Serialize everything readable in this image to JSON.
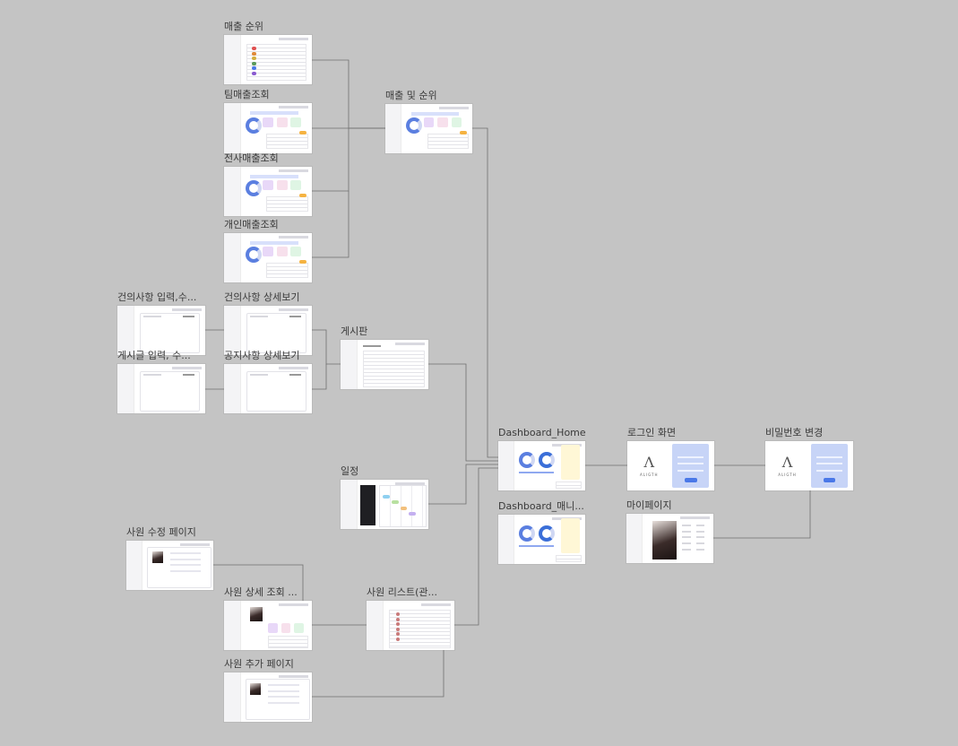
{
  "frames": [
    {
      "id": "f1",
      "title": "매출 순위",
      "variant": "ranking"
    },
    {
      "id": "f2",
      "title": "팀매출조회",
      "variant": "sales"
    },
    {
      "id": "f3",
      "title": "전사매출조회",
      "variant": "sales"
    },
    {
      "id": "f4",
      "title": "개인매출조회",
      "variant": "sales"
    },
    {
      "id": "f5",
      "title": "매출 및 순위",
      "variant": "sales"
    },
    {
      "id": "f6",
      "title": "건의사항 입력,수...",
      "variant": "form"
    },
    {
      "id": "f7",
      "title": "건의사항 상세보기",
      "variant": "form"
    },
    {
      "id": "f8",
      "title": "게시글 입력, 수...",
      "variant": "form"
    },
    {
      "id": "f9",
      "title": "공지사항 상세보기",
      "variant": "form"
    },
    {
      "id": "f10",
      "title": "게시판",
      "variant": "board"
    },
    {
      "id": "f11",
      "title": "일정",
      "variant": "calendar"
    },
    {
      "id": "f12",
      "title": "Dashboard_Home",
      "variant": "dashboard"
    },
    {
      "id": "f13",
      "title": "Dashboard_매니...",
      "variant": "dashboard"
    },
    {
      "id": "f14",
      "title": "로그인 화면",
      "variant": "login"
    },
    {
      "id": "f15",
      "title": "비밀번호 변경",
      "variant": "login"
    },
    {
      "id": "f16",
      "title": "마이페이지",
      "variant": "profile"
    },
    {
      "id": "f17",
      "title": "사원 수정 페이지",
      "variant": "profile-edit"
    },
    {
      "id": "f18",
      "title": "사원 상세 조회 ...",
      "variant": "employee-detail"
    },
    {
      "id": "f19",
      "title": "사원 리스트(관...",
      "variant": "employee-list"
    },
    {
      "id": "f20",
      "title": "사원 추가 페이지",
      "variant": "profile-edit"
    }
  ],
  "logo_text": "ALIGTH",
  "colors": {
    "canvas": "#c4c4c4",
    "connector": "#6f6f6f",
    "accent": "#4a78e8",
    "login_panel": "#c7d4f7"
  }
}
